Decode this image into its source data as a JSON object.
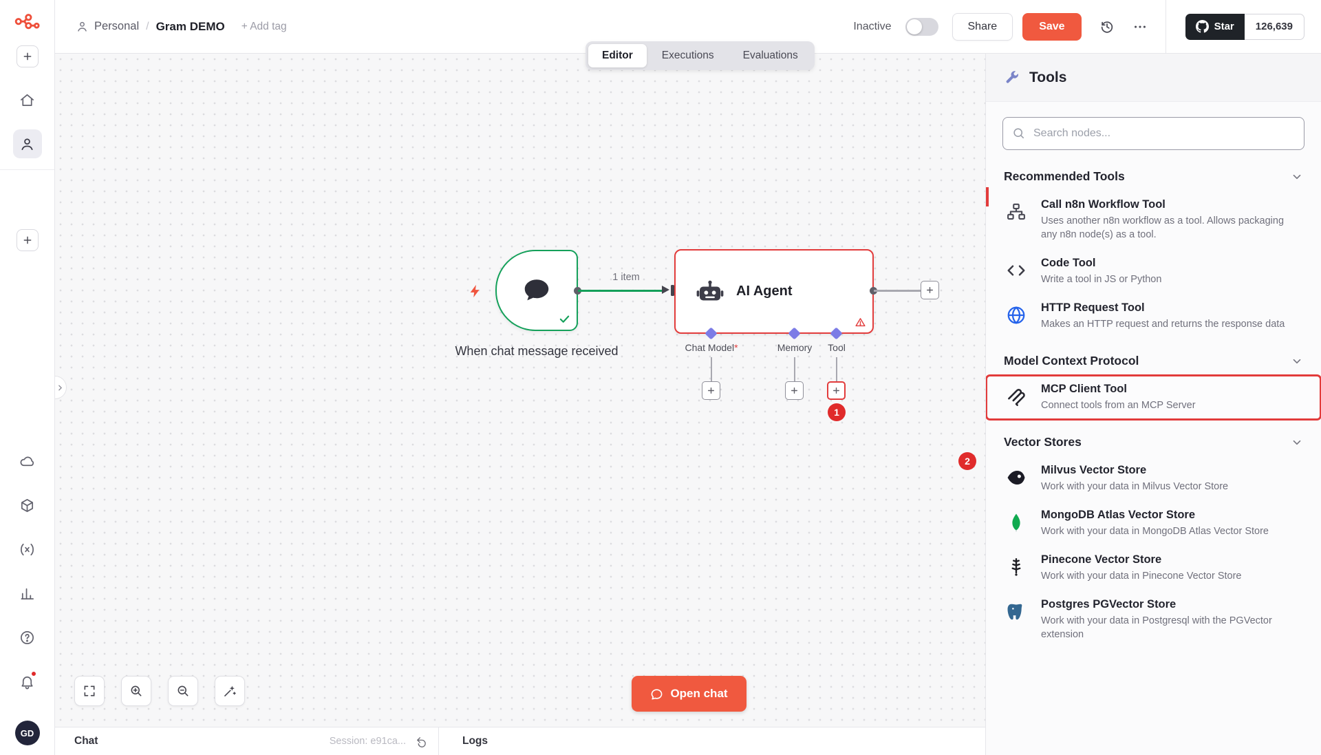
{
  "colors": {
    "accent_orange": "#f0593f",
    "annotation_red": "#e02b2b",
    "node_error_red": "#e23b3b",
    "success_green": "#14a05a",
    "port_purple": "#7c7ce6",
    "http_blue": "#2563eb",
    "mongodb_green": "#10aa50",
    "postgres_blue": "#336791",
    "github_dark": "#1f2328"
  },
  "sidebar": {
    "avatar_initials": "GD"
  },
  "topbar": {
    "breadcrumb": {
      "project": "Personal",
      "separator": "/",
      "workflow": "Gram DEMO"
    },
    "add_tag_label": "+ Add tag",
    "status_label": "Inactive",
    "share_label": "Share",
    "save_label": "Save",
    "github": {
      "star_label": "Star",
      "star_count": "126,639"
    }
  },
  "canvas_tabs": {
    "editor": "Editor",
    "executions": "Executions",
    "evaluations": "Evaluations"
  },
  "canvas": {
    "trigger": {
      "label": "When chat message received"
    },
    "connection_label": "1 item",
    "agent": {
      "title": "AI Agent",
      "port_chat_model": "Chat Model",
      "required_mark": "*",
      "port_memory": "Memory",
      "port_tool": "Tool"
    },
    "badges": {
      "step1": "1",
      "step2": "2"
    },
    "open_chat_label": "Open chat"
  },
  "bottombar": {
    "chat_label": "Chat",
    "session_label": "Session: e91ca...",
    "logs_label": "Logs"
  },
  "panel": {
    "title": "Tools",
    "search_placeholder": "Search nodes...",
    "sections": [
      {
        "title": "Recommended Tools",
        "items": [
          {
            "name": "Call n8n Workflow Tool",
            "description": "Uses another n8n workflow as a tool. Allows packaging any n8n node(s) as a tool.",
            "icon": "workflow-icon"
          },
          {
            "name": "Code Tool",
            "description": "Write a tool in JS or Python",
            "icon": "code-icon"
          },
          {
            "name": "HTTP Request Tool",
            "description": "Makes an HTTP request and returns the response data",
            "icon": "globe-icon"
          }
        ]
      },
      {
        "title": "Model Context Protocol",
        "items": [
          {
            "name": "MCP Client Tool",
            "description": "Connect tools from an MCP Server",
            "icon": "mcp-icon"
          }
        ]
      },
      {
        "title": "Vector Stores",
        "items": [
          {
            "name": "Milvus Vector Store",
            "description": "Work with your data in Milvus Vector Store",
            "icon": "milvus-icon"
          },
          {
            "name": "MongoDB Atlas Vector Store",
            "description": "Work with your data in MongoDB Atlas Vector Store",
            "icon": "mongodb-icon"
          },
          {
            "name": "Pinecone Vector Store",
            "description": "Work with your data in Pinecone Vector Store",
            "icon": "pinecone-icon"
          },
          {
            "name": "Postgres PGVector Store",
            "description": "Work with your data in Postgresql with the PGVector extension",
            "icon": "postgres-icon"
          }
        ]
      }
    ]
  }
}
